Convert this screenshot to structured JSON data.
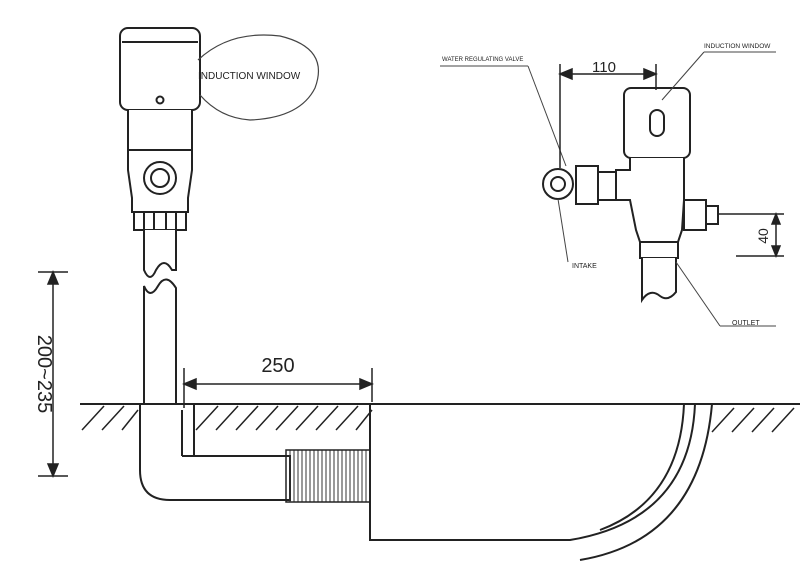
{
  "labels": {
    "induction_window_main": "INDUCTION WINDOW",
    "induction_window_small": "INDUCTION WINDOW",
    "water_regulating_valve": "WATER REGULATING VALVE",
    "intake": "INTAKE",
    "outlet": "OUTLET"
  },
  "dimensions": {
    "height_range": "200~235",
    "horizontal_run": "250",
    "valve_width": "110",
    "outlet_height": "40"
  },
  "colors": {
    "line": "#222222",
    "background": "#ffffff"
  }
}
